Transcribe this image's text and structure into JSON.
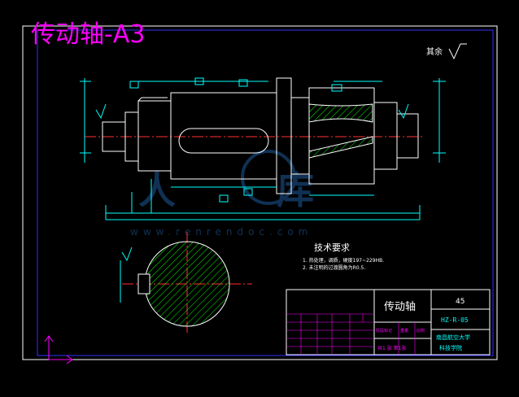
{
  "header": {
    "title": "传动轴-A3"
  },
  "surface_note": "其余",
  "tech_requirements": {
    "heading": "技术要求",
    "items": [
      "1. 热处理，调质，硬度197~229HB.",
      "2. 未注明的过渡圆角为R0.5."
    ]
  },
  "title_block": {
    "part_name": "传动轴",
    "material": "45",
    "drawing_no": "HZ-R-05",
    "school_line1": "南昌航空大学",
    "school_line2": "科技学院",
    "sheet_info": "共1 张 第1张",
    "scale_label": "比例",
    "mass_label": "重量",
    "stage_label": "阶段标记"
  },
  "watermark": {
    "url": "www.renrendoc.com"
  },
  "colors": {
    "background": "#000000",
    "frame": "#ffffff",
    "inner_frame": "#3030ff",
    "title_magenta": "#ff00ff",
    "outline": "#ffffff",
    "dimension": "#00ffff",
    "hatch": "#00ff00",
    "center": "#ff3030",
    "watermark": "#1e5a9a"
  }
}
